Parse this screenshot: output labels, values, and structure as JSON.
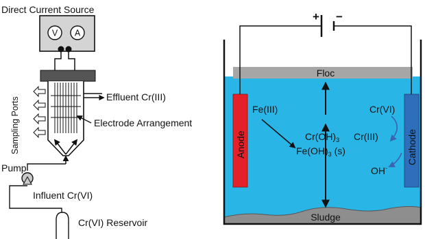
{
  "left": {
    "power_title": "Direct Current Source",
    "meter_v": "V",
    "meter_a": "A",
    "sampling_ports": "Sampling Ports",
    "effluent": "Effluent Cr(III)",
    "electrode_arrangement": "Electrode Arrangement",
    "pump": "Pump",
    "influent": "Influent Cr(VI)",
    "reservoir": "Cr(VI) Reservoir"
  },
  "right": {
    "battery_plus": "+",
    "battery_minus": "−",
    "floc": "Floc",
    "anode": "Anode",
    "cathode": "Cathode",
    "fe3": "Fe(III)",
    "croh3_base": "Cr(OH)",
    "croh3_sub": "3",
    "feoh3_base": "Fe(OH)",
    "feoh3_sub": "3",
    "feoh3_tail": " (s)",
    "cr6": "Cr(VI)",
    "cr3": "Cr(III)",
    "oh_base": "OH",
    "oh_sup": "-",
    "sludge": "Sludge"
  },
  "colors": {
    "water": "#29b6e6",
    "anode": "#e42128",
    "cathode": "#2e6fbc",
    "floc": "#a6a6a6",
    "sludge": "#8e8e8e",
    "meter_box": "#d4d4d4",
    "reactor_cap": "#555555",
    "reaction_arrow": "#3a63b0"
  }
}
